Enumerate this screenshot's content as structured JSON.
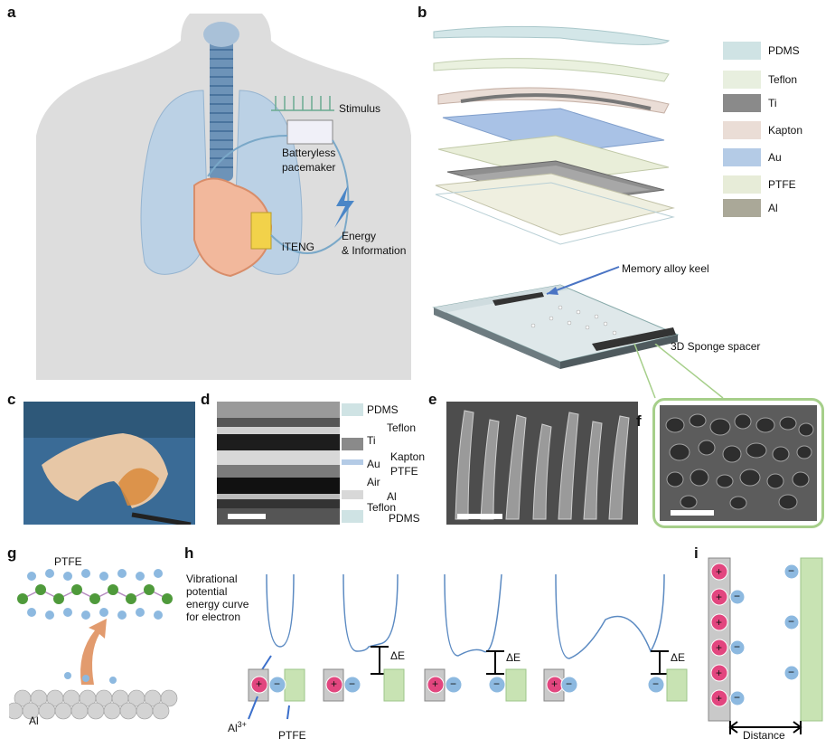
{
  "panels": {
    "a": {
      "label": "a",
      "stimulus": "Stimulus",
      "pacemaker_line1": "Batteryless",
      "pacemaker_line2": "pacemaker",
      "energy_line1": "Energy",
      "energy_line2": "& Information",
      "iteng": "iTENG"
    },
    "b": {
      "label": "b",
      "legend": [
        {
          "name": "PDMS",
          "color": "#cfe3e4"
        },
        {
          "name": "Teflon",
          "color": "#e8efdf"
        },
        {
          "name": "Ti",
          "color": "#8a8a8a"
        },
        {
          "name": "Kapton",
          "color": "#eaddd6"
        },
        {
          "name": "Au",
          "color": "#b4cbe6"
        },
        {
          "name": "PTFE",
          "color": "#e7ecd8"
        },
        {
          "name": "Al",
          "color": "#aaa898"
        }
      ],
      "keel": "Memory alloy keel",
      "sponge": "3D Sponge spacer"
    },
    "c": {
      "label": "c"
    },
    "d": {
      "label": "d",
      "layers": {
        "pdms_top": "PDMS",
        "teflon_top": "Teflon",
        "ti": "Ti",
        "kapton": "Kapton",
        "au": "Au",
        "ptfe": "PTFE",
        "air": "Air",
        "al": "Al",
        "teflon_bottom": "Teflon",
        "pdms_bottom": "PDMS"
      }
    },
    "e": {
      "label": "e"
    },
    "f": {
      "label": "f"
    },
    "g": {
      "label": "g",
      "ptfe": "PTFE",
      "al": "Al"
    },
    "h": {
      "label": "h",
      "curve_l1": "Vibrational",
      "curve_l2": "potential",
      "curve_l3": "energy curve",
      "curve_l4": "for electron",
      "delta_e": "ΔE",
      "al_ion": "Al",
      "al_sup": "3+",
      "ptfe": "PTFE",
      "plus": "+",
      "minus": "−"
    },
    "i": {
      "label": "i",
      "distance": "Distance",
      "plus": "+",
      "minus": "−"
    }
  }
}
